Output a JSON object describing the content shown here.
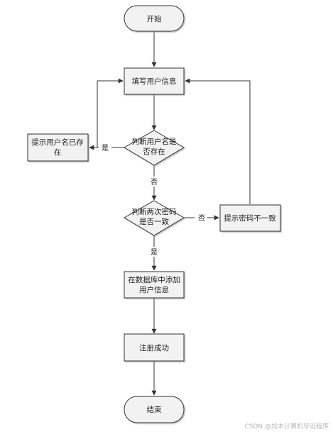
{
  "nodes": {
    "start": "开始",
    "fill_info": "填写用户信息",
    "check_name": [
      "判断用户名是",
      "否存在"
    ],
    "name_exists": [
      "提示用户名已存",
      "在"
    ],
    "check_pwd": [
      "判断两次密码",
      "是否一致"
    ],
    "pwd_mismatch": "提示密码不一致",
    "add_user": [
      "在数据库中添加",
      "用户信息"
    ],
    "reg_success": "注册成功",
    "end": "结束"
  },
  "edges": {
    "yes": "是",
    "no": "否"
  },
  "watermark": "CSDN @加木计算机毕设程序"
}
